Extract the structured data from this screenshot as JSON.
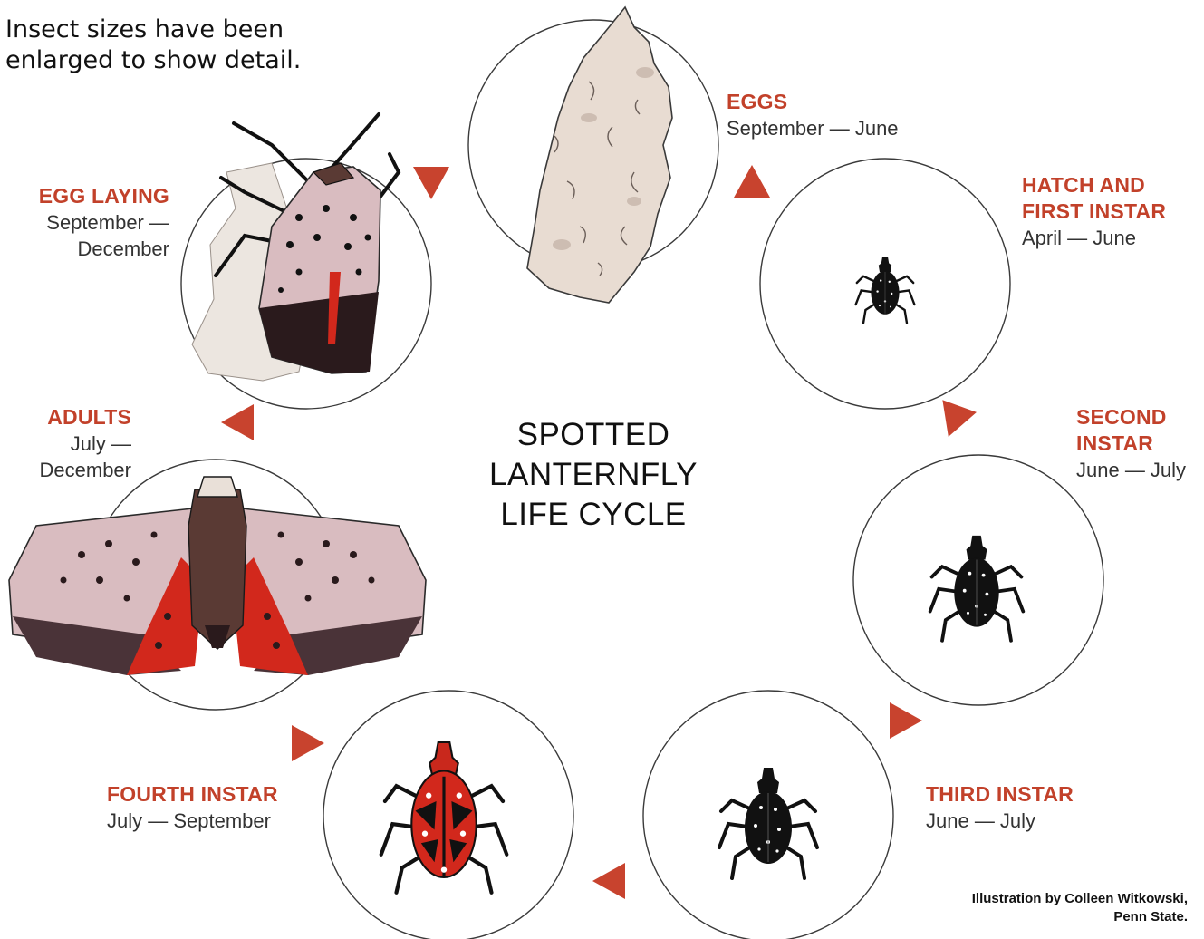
{
  "note": "Insect sizes have been\nenlarged to show detail.",
  "title": "SPOTTED\nLANTERNFLY\nLIFE CYCLE",
  "credit": "Illustration by Colleen Witkowski,\nPenn State.",
  "colors": {
    "accent": "#c2412a",
    "egg_mass": "#e8dcd2",
    "adult_wing": "#d9bcc0",
    "hindwing_red": "#d2281c",
    "body_black": "#111111"
  },
  "stages": [
    {
      "key": "eggs",
      "title": "EGGS",
      "dates": "September — June"
    },
    {
      "key": "hatch",
      "title": "HATCH AND\nFIRST INSTAR",
      "dates": "April — June"
    },
    {
      "key": "second",
      "title": "SECOND\nINSTAR",
      "dates": "June — July"
    },
    {
      "key": "third",
      "title": "THIRD INSTAR",
      "dates": "June — July"
    },
    {
      "key": "fourth",
      "title": "FOURTH INSTAR",
      "dates": "July — September"
    },
    {
      "key": "adults",
      "title": "ADULTS",
      "dates": "July —\nDecember"
    },
    {
      "key": "egglaying",
      "title": "EGG LAYING",
      "dates": "September —\nDecember"
    }
  ]
}
